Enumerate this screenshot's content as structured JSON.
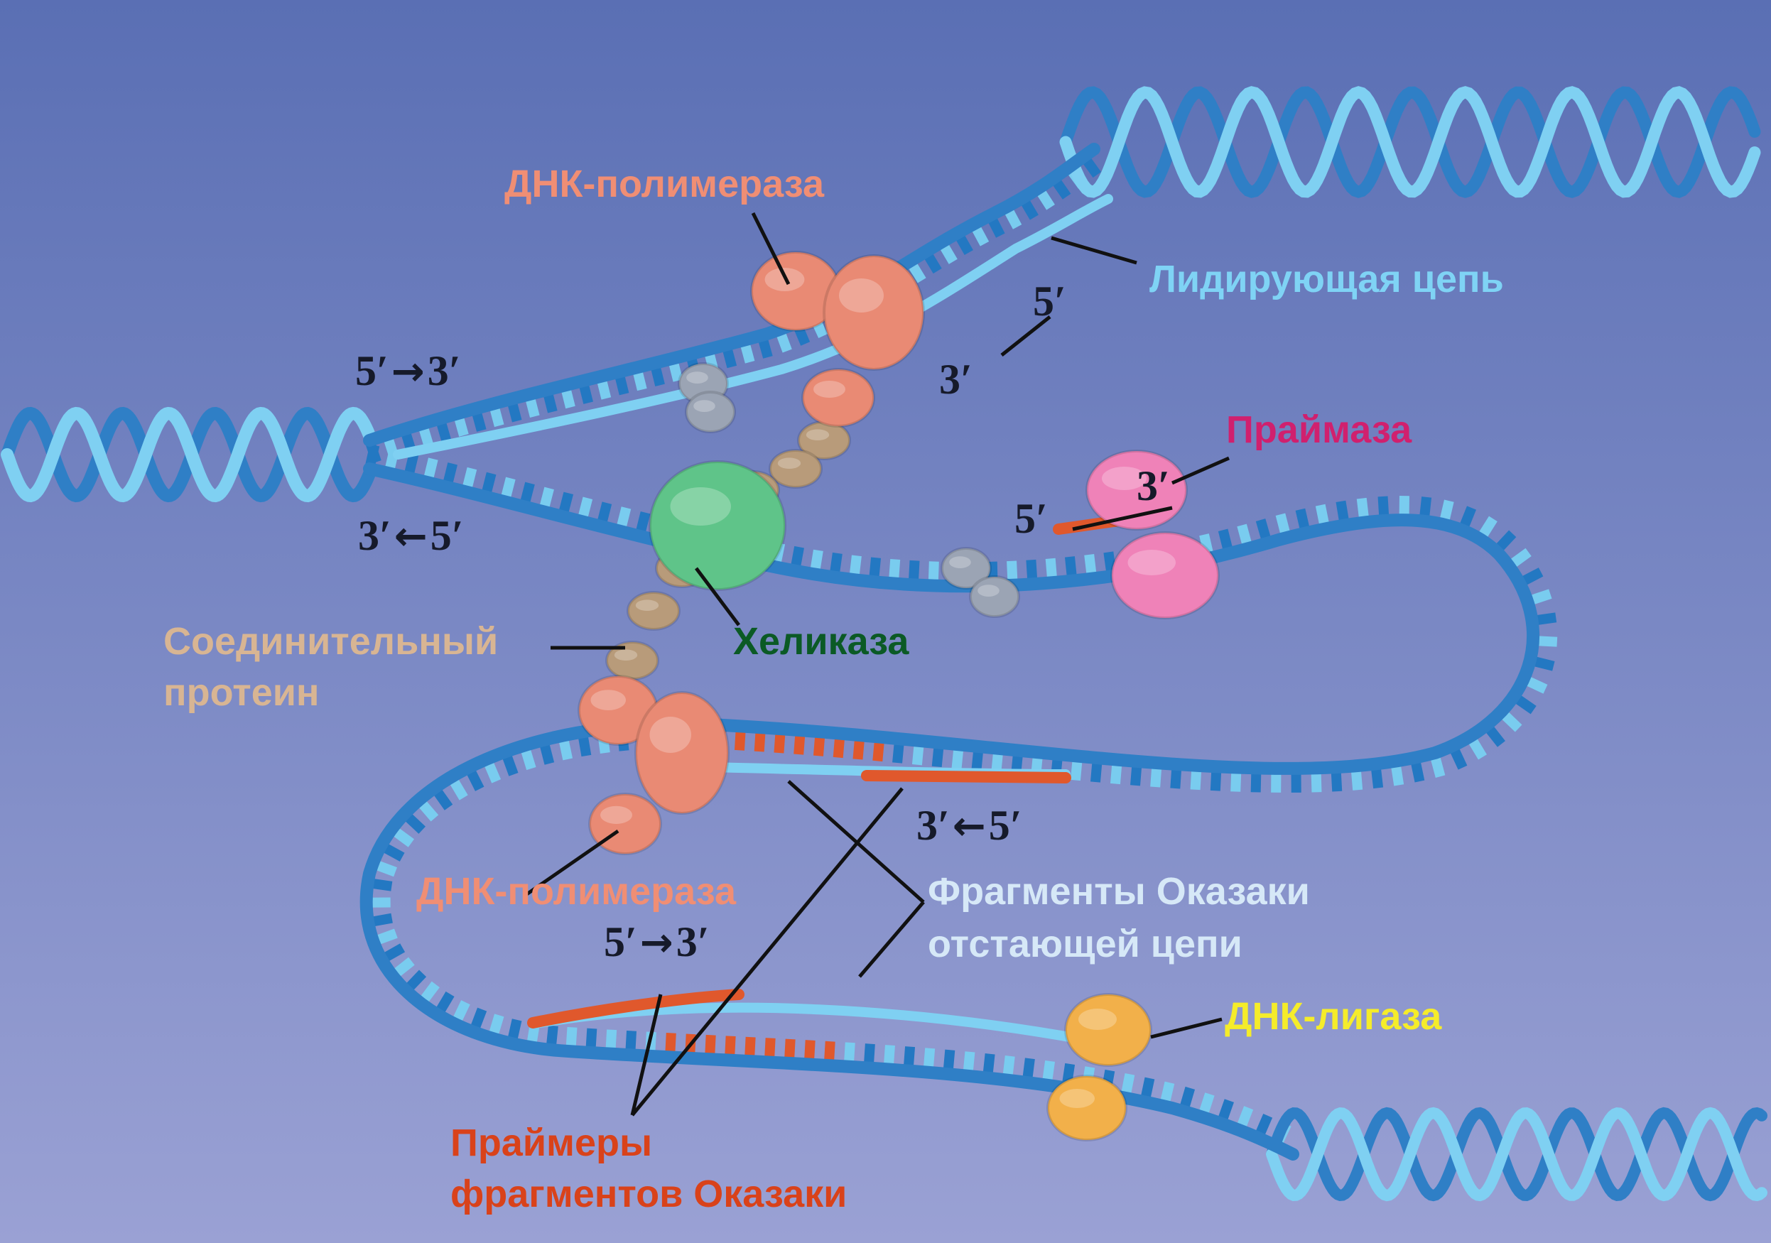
{
  "colors": {
    "background_top": "#5a6fb4",
    "background_bottom": "#9aa1d4",
    "strand_dark": "#2f7fc6",
    "strand_light": "#7fd0f2",
    "rung_dark": "#2378c2",
    "rung_light": "#79ccef",
    "primer": "#e0582c",
    "polymerase": "#e98a74",
    "helicase": "#5fc489",
    "primase": "#ef82b8",
    "ligase": "#f2b04a",
    "linker": "#b89b7a",
    "ssb": "#9ba4b4"
  },
  "labels": {
    "polymerase_top": {
      "text": "ДНК-полимераза",
      "color": "#f08e74"
    },
    "leading_strand": {
      "text": "Лидирующая цепь",
      "color": "#7fd3f5"
    },
    "primase": {
      "text": "Праймаза",
      "color": "#d0206e"
    },
    "connector_protein": {
      "line1": "Соединительный",
      "line2": "протеин",
      "color": "#d8b593"
    },
    "helicase": {
      "text": "Хеликаза",
      "color": "#0b5a25"
    },
    "polymerase_bottom": {
      "text": "ДНК-полимераза",
      "color": "#f08e74"
    },
    "okazaki_fragments": {
      "line1": "Фрагменты Оказаки",
      "line2": "отстающей цепи",
      "color": "#d6e8f7"
    },
    "ligase": {
      "text": "ДНК-лигаза",
      "color": "#f5ec2a"
    },
    "okazaki_primers": {
      "line1": "Праймеры",
      "line2": "фрагментов Оказаки",
      "color": "#d9421a"
    }
  },
  "direction_marks": {
    "parent_top": {
      "from": "5′",
      "arrow": "→",
      "to": "3′"
    },
    "parent_bottom": {
      "from": "3′",
      "arrow": "←",
      "to": "5′"
    },
    "leading_5": {
      "text": "5′"
    },
    "leading_3": {
      "text": "3′"
    },
    "primase_5": {
      "text": "5′"
    },
    "primase_3": {
      "text": "3′"
    },
    "lagging_mid": {
      "from": "3′",
      "arrow": "←",
      "to": "5′"
    },
    "lagging_low": {
      "from": "5′",
      "arrow": "→",
      "to": "3′"
    }
  }
}
